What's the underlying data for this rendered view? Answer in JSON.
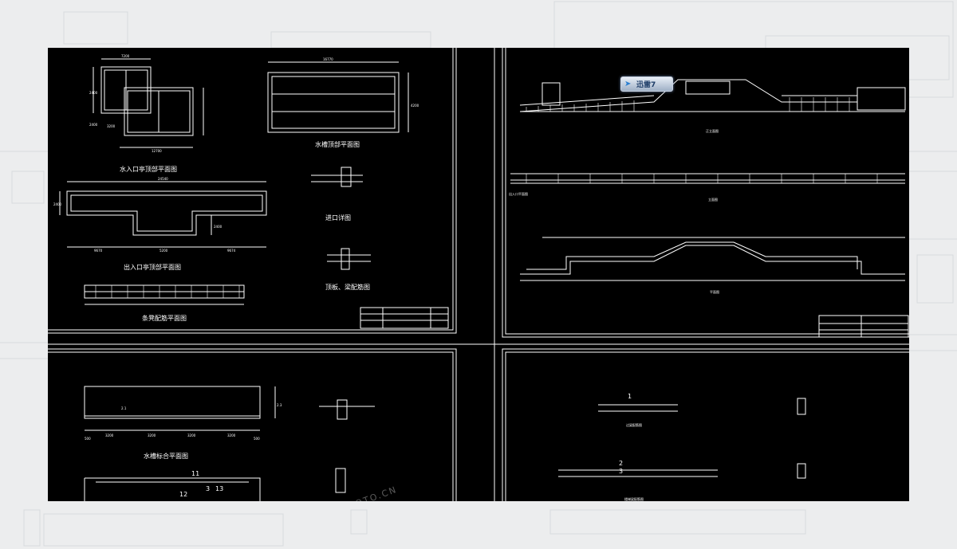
{
  "app": {
    "badge_label": "迅雷7",
    "badge_icon": "thunder-bird-icon"
  },
  "watermark": {
    "text": "PHOTO.CN"
  },
  "sheet1": {
    "title_a": "水入口亭顶部平面图",
    "title_b": "水槽顶部平面图",
    "title_c": "出入口亭顶部平面图",
    "title_d": "进口详图",
    "title_e": "顶板、梁配筋图",
    "title_f": "条凳配筋平面图",
    "dims": {
      "d1": "7200",
      "d2": "2400",
      "d3": "2400",
      "d4": "3200",
      "d5": "12700",
      "d6": "16770",
      "d7": "4200",
      "d8": "24540",
      "d9": "2400",
      "d10": "9670",
      "d11": "5200",
      "d12": "9674",
      "d13": "2400"
    }
  },
  "sheet2": {
    "title_a": "正立面图",
    "title_b": "出入口平面图",
    "title_c": "立面图",
    "title_d": "平面图"
  },
  "sheet3": {
    "title_a": "水槽标合平面图",
    "dims": {
      "d1": "500",
      "d2": "3200",
      "d3": "3200",
      "d4": "3200",
      "d5": "3200",
      "d6": "500",
      "d7": "2.1",
      "d8": "2.3"
    },
    "labels": {
      "l1": "12",
      "l2": "11",
      "l3": "3",
      "l4": "13"
    }
  },
  "sheet4": {
    "title_a": "过梁配筋图",
    "title_b": "楼梯梁配筋图",
    "labels": {
      "l1": "1",
      "l2": "2",
      "l3": "3"
    }
  },
  "colors": {
    "cad_bg": "#000000",
    "line": "#ffffff",
    "outer_bg": "#ecedee"
  }
}
